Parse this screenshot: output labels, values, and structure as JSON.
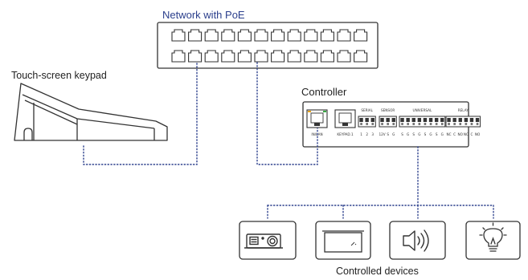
{
  "labels": {
    "switch": "Network with PoE",
    "keypad": "Touch-screen keypad",
    "controller": "Controller",
    "devices": "Controlled devices"
  },
  "controller": {
    "port_labels": [
      "IN/LAN",
      "KEYPAD.1"
    ],
    "groups": [
      {
        "title": "SERIAL",
        "pins": [
          "1",
          "2",
          "3"
        ]
      },
      {
        "title": "SENSOR",
        "pins": [
          "12V",
          "S",
          "G"
        ]
      },
      {
        "title": "UNIVERSAL",
        "pins": [
          "S",
          "G",
          "S",
          "G",
          "S",
          "G",
          "S",
          "G"
        ]
      },
      {
        "title": "RELAY",
        "pins": [
          "NC",
          "C",
          "NO",
          "NC",
          "C",
          "NO"
        ]
      }
    ]
  },
  "devices": [
    {
      "icon": "projector-icon"
    },
    {
      "icon": "projection-screen-icon"
    },
    {
      "icon": "speaker-icon"
    },
    {
      "icon": "light-bulb-icon"
    }
  ],
  "colors": {
    "switch_label": "#2b3f8c",
    "dotted_line": "#2b3f8c",
    "outline": "#333333"
  }
}
